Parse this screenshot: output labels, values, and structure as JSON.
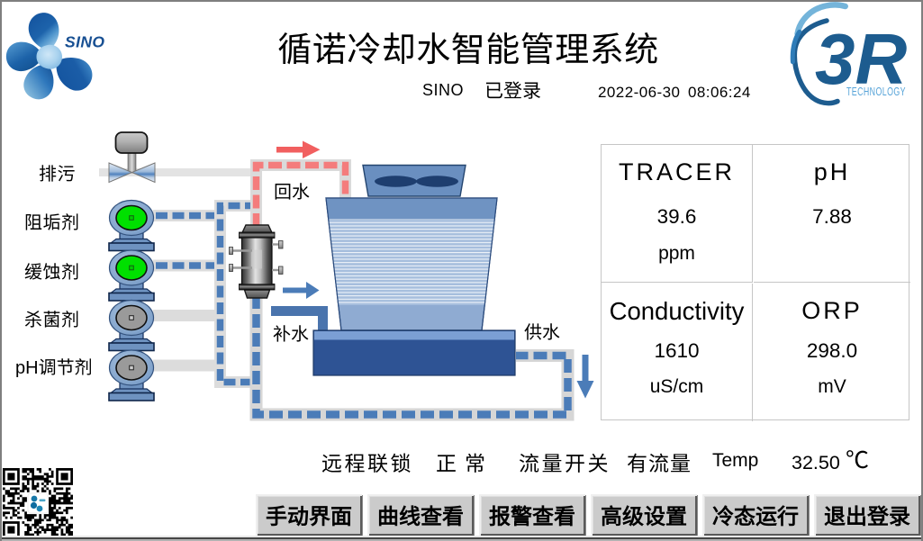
{
  "window": {
    "title_bar": ""
  },
  "header": {
    "title": "循诺冷却水智能管理系统",
    "user": "SINO",
    "login_status": "已登录",
    "date": "2022-06-30",
    "time": "08:06:24"
  },
  "brand": {
    "sino_logo_text": "SINO",
    "r3_logo_text": "3R",
    "r3_logo_subtext": "TECHNOLOGY"
  },
  "dosing": {
    "blowdown_label": "排污",
    "pumps": [
      {
        "label": "阻垢剂",
        "state": "running"
      },
      {
        "label": "缓蚀剂",
        "state": "running"
      },
      {
        "label": "杀菌剂",
        "state": "stopped"
      },
      {
        "label": "pH调节剂",
        "state": "stopped"
      }
    ]
  },
  "flow_labels": {
    "return_water": "回水",
    "makeup_water": "补水",
    "supply_water": "供水"
  },
  "panel": {
    "cells": [
      {
        "name": "TRACER",
        "value": "39.6",
        "unit": "ppm"
      },
      {
        "name": "pH",
        "value": "7.88",
        "unit": ""
      },
      {
        "name": "Conductivity",
        "value": "1610",
        "unit": "uS/cm"
      },
      {
        "name": "ORP",
        "value": "298.0",
        "unit": "mV"
      }
    ]
  },
  "status_bar": {
    "interlock_label": "远程联锁",
    "interlock_value": "正常",
    "flow_switch_label": "流量开关",
    "flow_switch_value": "有流量",
    "temp_label": "Temp",
    "temp_value": "32.50",
    "temp_unit": "℃"
  },
  "buttons": [
    "手动界面",
    "曲线查看",
    "报警查看",
    "高级设置",
    "冷态运行",
    "退出登录"
  ],
  "colors": {
    "pump_on": "#00e000",
    "pump_off": "#9a9a9a",
    "pump_on_square": "#00cc00",
    "pump_on_square_border": "#145c14",
    "pump_off_square": "#cccccc",
    "pump_off_square_border": "#222222",
    "pipe_blue": "#4b7cb8",
    "pipe_red": "#f47c7c",
    "accent_dark_blue": "#1d5c8f",
    "accent_light_blue": "#5aa7d8"
  }
}
